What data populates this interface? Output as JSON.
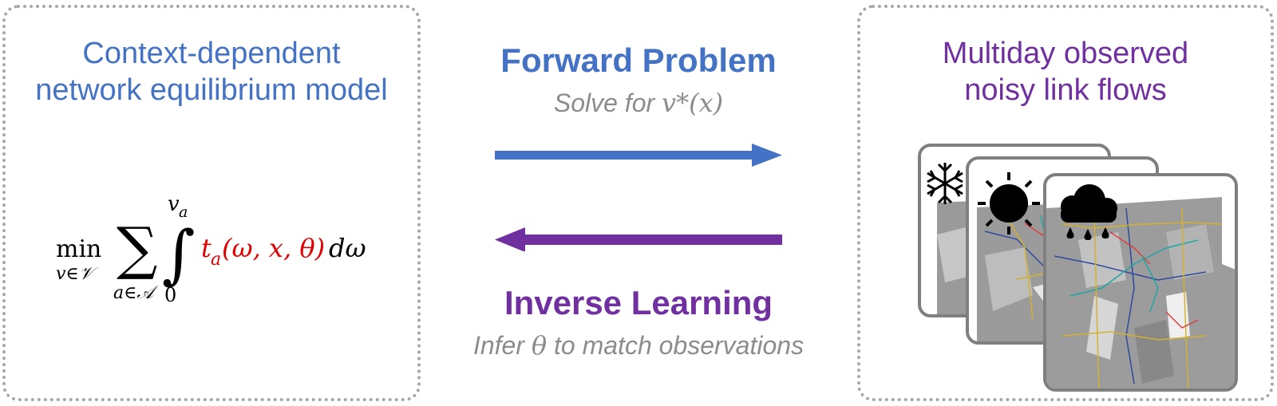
{
  "left_panel": {
    "title": "Context-dependent\nnetwork equilibrium model",
    "formula": {
      "operator": "min",
      "min_subscript": "v∈𝒱",
      "sum_subscript": "a∈𝒜",
      "integral_upper": "v",
      "integral_upper_sub": "a",
      "integral_lower": "0",
      "integrand_t": "t",
      "integrand_t_sub": "a",
      "integrand_args": "(ω, x, θ)",
      "differential": "dω"
    }
  },
  "forward": {
    "title": "Forward Problem",
    "subtitle_prefix": "Solve for ",
    "subtitle_math": "v*(x)"
  },
  "inverse": {
    "title": "Inverse Learning",
    "subtitle_prefix": "Infer ",
    "subtitle_math": "θ",
    "subtitle_suffix": " to match observations"
  },
  "right_panel": {
    "title": "Multiday observed\nnoisy link flows",
    "cards": [
      "snow-icon",
      "sun-icon",
      "rain-cloud-icon"
    ]
  },
  "colors": {
    "blue": "#4472c4",
    "purple": "#7030a0",
    "red": "#e00000",
    "gray_text": "#8c8c8c",
    "border_gray": "#a7a7a7"
  }
}
